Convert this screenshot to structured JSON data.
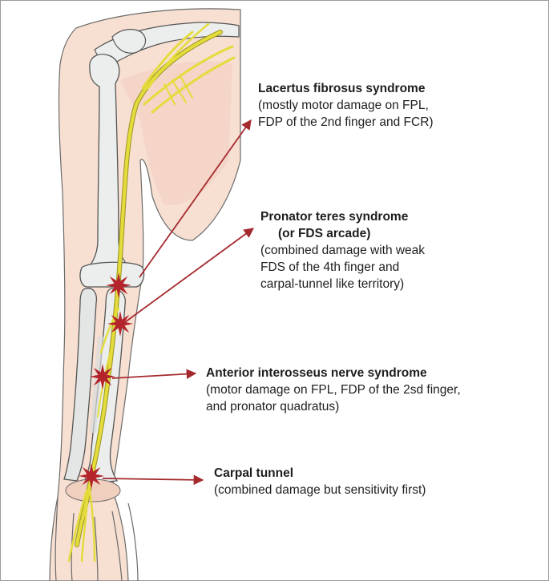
{
  "syndromes": [
    {
      "title": "Lacertus fibrosus syndrome",
      "lines": [
        "(mostly motor damage on FPL,",
        "FDP of the 2nd finger and FCR)"
      ]
    },
    {
      "title": "Pronator teres syndrome",
      "subtitle": "(or FDS arcade)",
      "lines": [
        "(combined damage with weak",
        "FDS of the 4th finger and",
        "carpal-tunnel like territory)"
      ]
    },
    {
      "title": "Anterior interosseus nerve syndrome",
      "lines": [
        "(motor damage on FPL, FDP of the 2sd finger,",
        "and pronator quadratus)"
      ]
    },
    {
      "title": "Carpal tunnel",
      "lines": [
        "(combined damage but sensitivity first)"
      ]
    }
  ],
  "colors": {
    "skin": "#f7dfd1",
    "skin_outline": "#6b6b6b",
    "bone": "#eceeee",
    "bone_outline": "#555555",
    "nerve": "#e4dc3c",
    "nerve_outline": "#9a9420",
    "marker": "#b3252b",
    "arrow": "#a52a2e"
  },
  "icons": [
    "lesion-star-icon",
    "arrow-icon"
  ]
}
